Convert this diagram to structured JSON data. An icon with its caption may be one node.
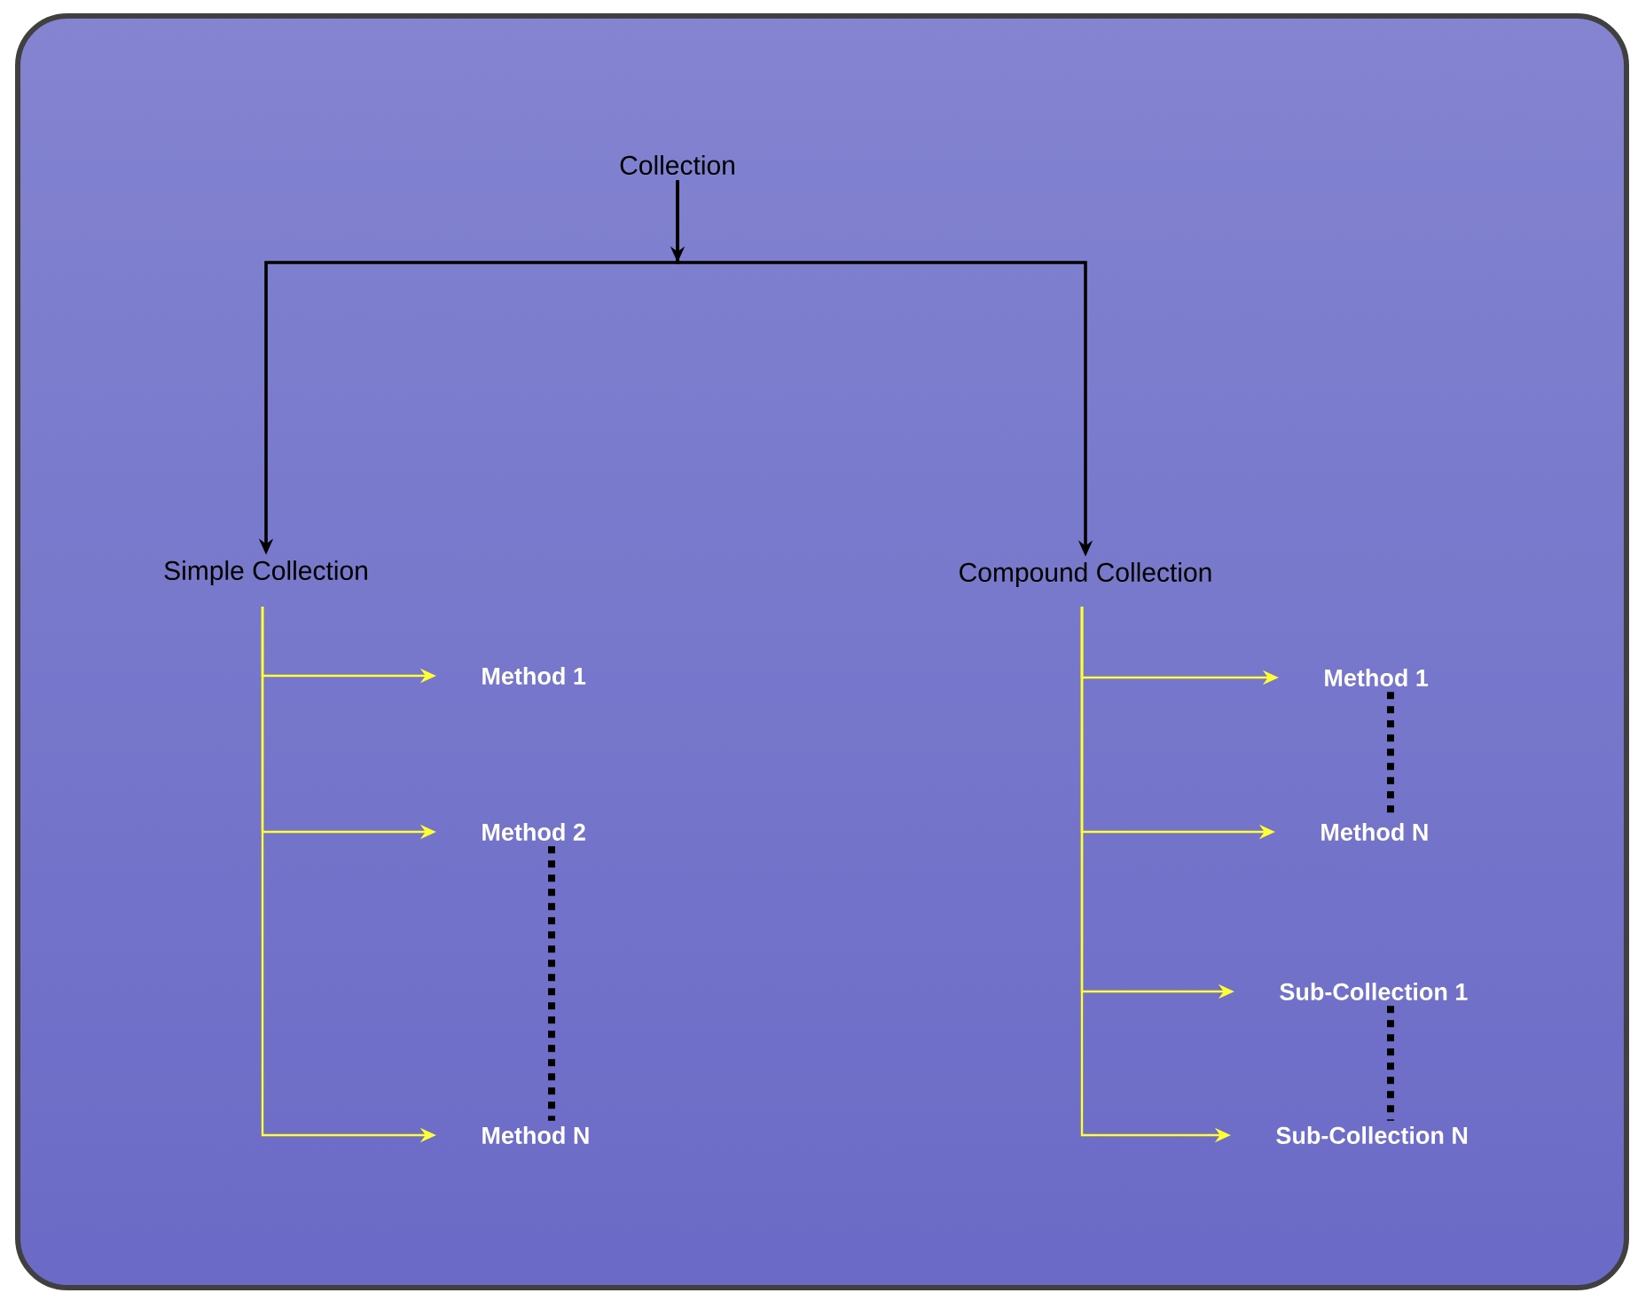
{
  "diagram": {
    "nodes": [
      {
        "text": [
          "Collection"
        ]
      },
      {
        "text": [
          "Simple Collection"
        ]
      },
      {
        "text": [
          "Compound Collection"
        ]
      },
      {
        "text": [
          "Method 1"
        ]
      },
      {
        "text": [
          "Method 2"
        ]
      },
      {
        "text": [
          "Method N"
        ]
      },
      {
        "text": [
          "Method 1"
        ]
      },
      {
        "text": [
          "Method N"
        ]
      },
      {
        "text": [
          "Sub-Collection 1"
        ]
      },
      {
        "text": [
          "Sub-Collection N"
        ]
      }
    ],
    "edges": [
      {
        "from": 0,
        "to": 1,
        "arrow": "to",
        "color": "#000000"
      },
      {
        "from": 0,
        "to": 2,
        "arrow": "to",
        "color": "#000000"
      },
      {
        "from": 1,
        "to": 3,
        "arrow": "to"
      },
      {
        "from": 1,
        "to": 4,
        "arrow": "to"
      },
      {
        "from": 1,
        "to": 5,
        "arrow": "to"
      },
      {
        "from": 2,
        "to": 6,
        "arrow": "to"
      },
      {
        "from": 2,
        "to": 7,
        "arrow": "to"
      },
      {
        "from": 2,
        "to": 8,
        "arrow": "to"
      },
      {
        "from": 2,
        "to": 9,
        "arrow": "to"
      },
      {
        "from": 4,
        "to": 5,
        "arrow": "none",
        "style": "dashed",
        "color": "#000000"
      },
      {
        "from": 6,
        "to": 7,
        "arrow": "none",
        "style": "dashed",
        "color": "#000000"
      },
      {
        "from": 8,
        "to": 9,
        "arrow": "none",
        "style": "dashed",
        "color": "#000000"
      }
    ]
  }
}
